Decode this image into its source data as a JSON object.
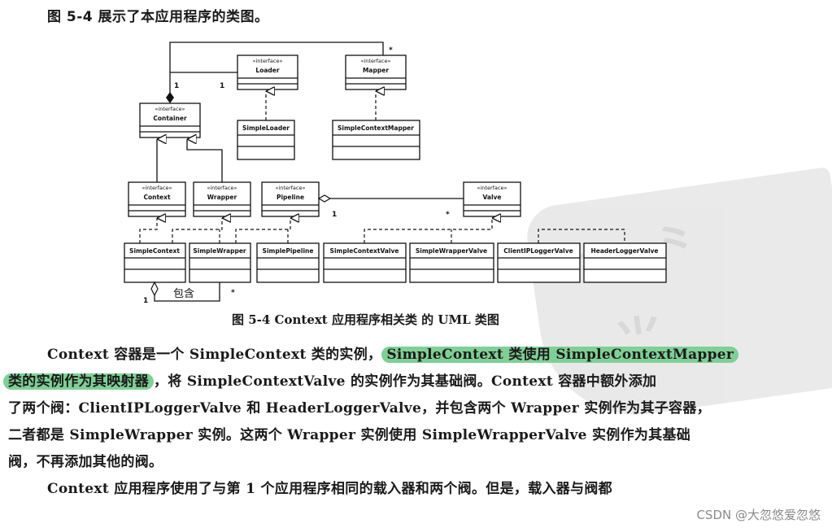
{
  "intro": "图 5-4 展示了本应用程序的类图。",
  "diagram": {
    "stereotype": "«interface»",
    "classes": {
      "loader": "Loader",
      "mapper": "Mapper",
      "container": "Container",
      "simple_loader": "SimpleLoader",
      "simple_context_mapper": "SimpleContextMapper",
      "context": "Context",
      "wrapper": "Wrapper",
      "pipeline": "Pipeline",
      "valve": "Valve",
      "simple_context": "SimpleContext",
      "simple_wrapper": "SimpleWrapper",
      "simple_pipeline": "SimplePipeline",
      "simple_context_valve": "SimpleContextValve",
      "simple_wrapper_valve": "SimpleWrapperValve",
      "client_ip_logger_valve": "ClientIPLoggerValve",
      "header_logger_valve": "HeaderLoggerValve"
    },
    "multiplicity": {
      "one": "1",
      "many": "*"
    },
    "contains_label": "包含",
    "caption": "图 5-4   Context 应用程序相关类 的 UML 类图"
  },
  "paragraph": {
    "l1_a": "Context 容器是一个 SimpleContext 类的实例，",
    "l1_hl": "SimpleContext 类使用 SimpleContextMapper",
    "l2_hl": "类的实例作为其映射器",
    "l2_b": "，将 SimpleContextValve 的实例作为其基础阀。Context 容器中额外添加",
    "l3": "了两个阀：ClientIPLoggerValve 和 HeaderLoggerValve，并包含两个 Wrapper 实例作为其子容器，",
    "l4": "二者都是 SimpleWrapper 实例。这两个 Wrapper 实例使用 SimpleWrapperValve 实例作为其基础",
    "l5": "阀，不再添加其他的阀。",
    "l6": "Context 应用程序使用了与第 1 个应用程序相同的载入器和两个阀。但是，载入器与阀都"
  },
  "watermark_text": "CSDN @大忽悠爱忽悠"
}
